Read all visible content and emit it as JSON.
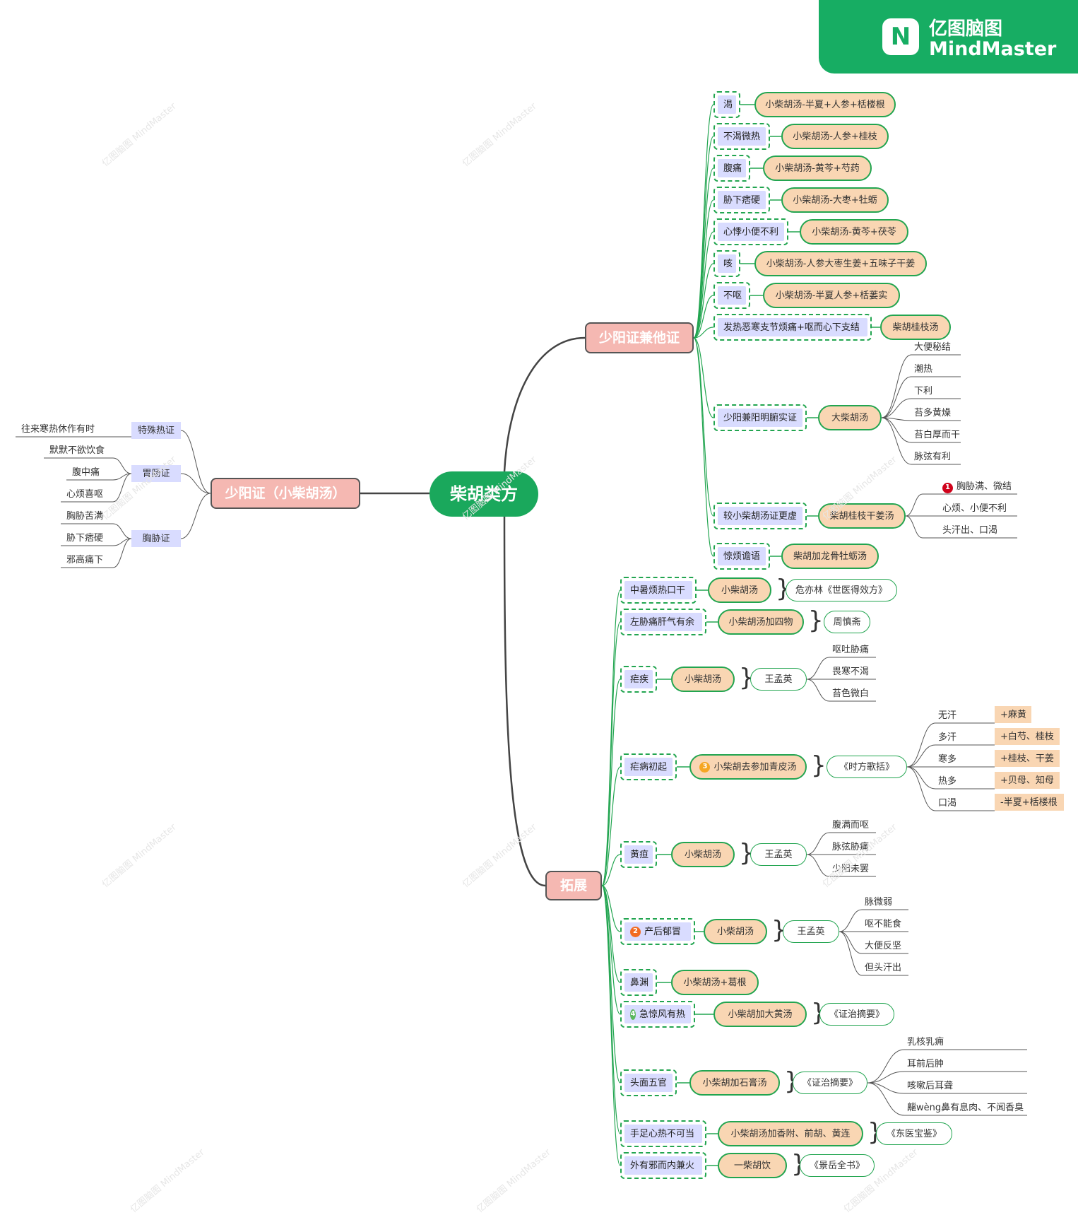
{
  "brand": {
    "name_cn": "亿图脑图",
    "name_en": "MindMaster",
    "logo_icon": "mindmaster-logo-icon"
  },
  "watermark": "亿图脑图 MindMaster",
  "center": "柴胡类方",
  "left_branch": {
    "title": "少阳证（小柴胡汤）",
    "groups": [
      {
        "label": "特殊热证",
        "items": [
          "往来寒热休作有时"
        ]
      },
      {
        "label": "胃肠证",
        "items": [
          "默默不欲饮食",
          "腹中痛",
          "心烦喜呕"
        ]
      },
      {
        "label": "胸胁证",
        "items": [
          "胸胁苦满",
          "胁下痞硬",
          "邪高痛下"
        ]
      }
    ]
  },
  "top_branch": {
    "title": "少阳证兼他证",
    "items": [
      {
        "cond": "渴",
        "formula": "小柴胡汤-半夏+人参+栝楼根"
      },
      {
        "cond": "不渴微热",
        "formula": "小柴胡汤-人参+桂枝"
      },
      {
        "cond": "腹痛",
        "formula": "小柴胡汤-黄芩+芍药"
      },
      {
        "cond": "胁下痞硬",
        "formula": "小柴胡汤-大枣+牡蛎"
      },
      {
        "cond": "心悸小便不利",
        "formula": "小柴胡汤-黄芩+茯苓"
      },
      {
        "cond": "咳",
        "formula": "小柴胡汤-人参大枣生姜+五味子干姜"
      },
      {
        "cond": "不呕",
        "formula": "小柴胡汤-半夏人参+栝蒌实"
      },
      {
        "cond": "发热恶寒支节烦痛+呕而心下支结",
        "formula": "柴胡桂枝汤"
      },
      {
        "cond": "少阳兼阳明腑实证",
        "formula": "大柴胡汤",
        "details": [
          "大便秘结",
          "潮热",
          "下利",
          "苔多黄燥",
          "苔白厚而干",
          "脉弦有利"
        ]
      },
      {
        "cond": "较小柴胡汤证更虚",
        "formula": "柴胡桂枝干姜汤",
        "details": [
          "胸胁满、微结",
          "心烦、小便不利",
          "头汗出、口渴"
        ],
        "detail_badge": "1"
      },
      {
        "cond": "惊烦谵语",
        "formula": "柴胡加龙骨牡蛎汤"
      }
    ]
  },
  "bottom_branch": {
    "title": "拓展",
    "items": [
      {
        "cond": "中暑烦热口干",
        "formula": "小柴胡汤",
        "source": "危亦林《世医得效方》"
      },
      {
        "cond": "左胁痛肝气有余",
        "formula": "小柴胡汤加四物",
        "source": "周慎斋"
      },
      {
        "cond": "疟疾",
        "formula": "小柴胡汤",
        "source": "王孟英",
        "details": [
          "呕吐胁痛",
          "畏寒不渴",
          "苔色微白"
        ]
      },
      {
        "cond": "疟病初起",
        "formula": "小柴胡去参加青皮汤",
        "formula_badge": "3",
        "source": "《时方歌括》",
        "mods": [
          {
            "sym": "无汗",
            "mod": "+麻黄"
          },
          {
            "sym": "多汗",
            "mod": "+白芍、桂枝"
          },
          {
            "sym": "寒多",
            "mod": "+桂枝、干姜"
          },
          {
            "sym": "热多",
            "mod": "+贝母、知母"
          },
          {
            "sym": "口渴",
            "mod": "-半夏+栝楼根"
          }
        ]
      },
      {
        "cond": "黄疸",
        "formula": "小柴胡汤",
        "source": "王孟英",
        "details": [
          "腹满而呕",
          "脉弦胁痛",
          "少阳未罢"
        ]
      },
      {
        "cond": "产后郁冒",
        "cond_badge": "2",
        "formula": "小柴胡汤",
        "source": "王孟英",
        "details": [
          "脉微弱",
          "呕不能食",
          "大便反坚",
          "但头汗出"
        ]
      },
      {
        "cond": "鼻渊",
        "formula": "小柴胡汤+葛根"
      },
      {
        "cond": "急惊风有热",
        "cond_badge": "4",
        "formula": "小柴胡加大黄汤",
        "source": "《证治摘要》"
      },
      {
        "cond": "头面五官",
        "formula": "小柴胡加石膏汤",
        "source": "《证治摘要》",
        "details": [
          "乳核乳痈",
          "耳前后肿",
          "咳嗽后耳聋",
          "齆wèng鼻有息肉、不闻香臭"
        ]
      },
      {
        "cond": "手足心热不可当",
        "formula": "小柴胡汤加香附、前胡、黄连",
        "source": "《东医宝鉴》"
      },
      {
        "cond": "外有邪而内兼火",
        "formula": "一柴胡饮",
        "source": "《景岳全书》"
      }
    ]
  },
  "colors": {
    "green": "#22a550",
    "center": "#1aa85c",
    "main": "#f5b8b2",
    "pill": "#f9d6b3",
    "tag": "#d9dcff",
    "badge1": "#d0021b",
    "badge2": "#f26b21",
    "badge3": "#f5a623",
    "badge4": "#5cb85c"
  }
}
